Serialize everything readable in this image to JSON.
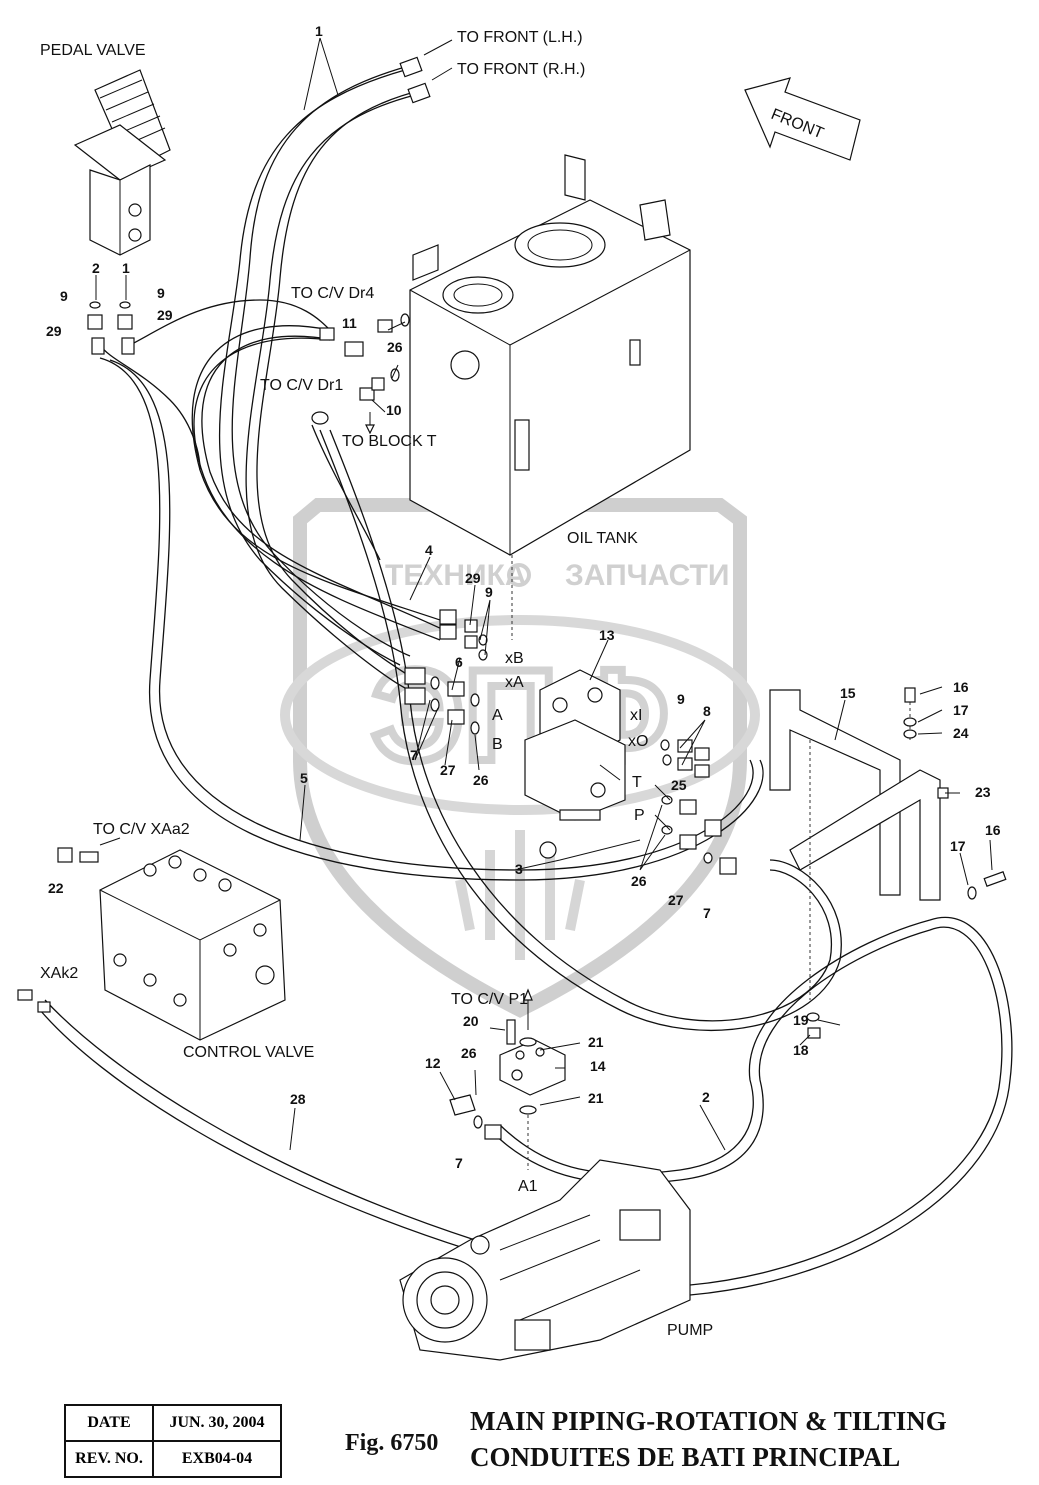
{
  "labels": {
    "pedal_valve": "PEDAL VALVE",
    "to_front_lh": "TO FRONT (L.H.)",
    "to_front_rh": "TO FRONT (R.H.)",
    "front": "FRONT",
    "to_cv_dr4": "TO C/V Dr4",
    "to_cv_dr1": "TO C/V Dr1",
    "to_block_t": "TO BLOCK T",
    "oil_tank": "OIL TANK",
    "xb": "xB",
    "xa": "xA",
    "a": "A",
    "b": "B",
    "xi": "xI",
    "xo": "xO",
    "t": "T",
    "p": "P",
    "to_cv_xaa2": "TO C/V XAa2",
    "xak2": "XAk2",
    "control_valve": "CONTROL VALVE",
    "to_cv_p1": "TO C/V P1",
    "a1": "A1",
    "pump": "PUMP",
    "watermark_left": "ТЕХНИКА",
    "watermark_right": "ЗАПЧАСТИ",
    "watermark_logo": "ЭПФ"
  },
  "callouts": [
    "1",
    "2",
    "9",
    "29",
    "11",
    "26",
    "10",
    "4",
    "6",
    "7",
    "27",
    "13",
    "8",
    "25",
    "15",
    "16",
    "17",
    "24",
    "23",
    "5",
    "3",
    "22",
    "20",
    "21",
    "14",
    "12",
    "19",
    "18",
    "28"
  ],
  "title_block": {
    "date_label": "DATE",
    "date_value": "JUN. 30, 2004",
    "rev_label": "REV. NO.",
    "rev_value": "EXB04-04",
    "fig": "Fig. 6750",
    "title_en": "MAIN PIPING-ROTATION & TILTING",
    "title_fr": "CONDUITES DE BATI PRINCIPAL"
  }
}
